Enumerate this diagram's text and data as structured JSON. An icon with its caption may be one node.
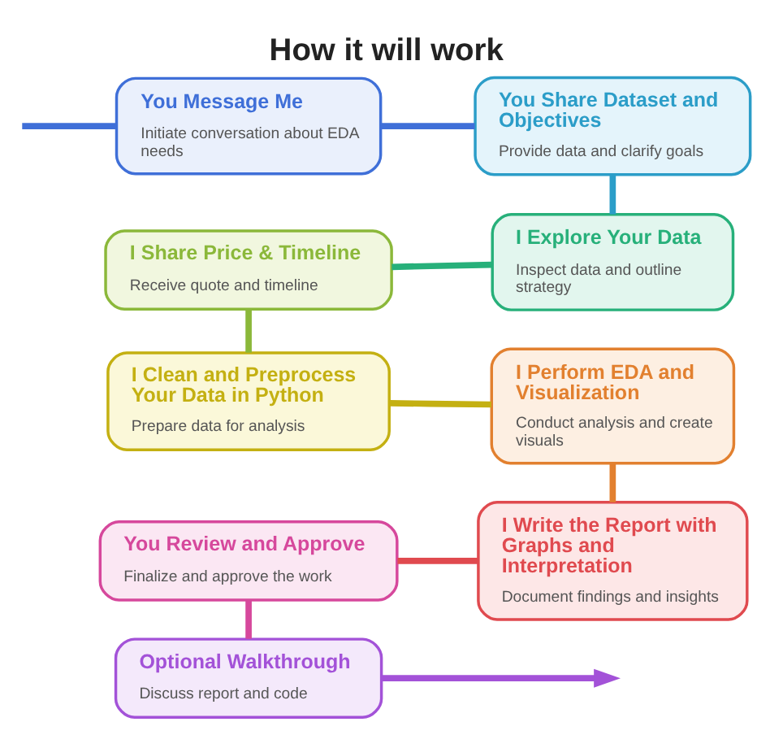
{
  "diagram": {
    "title": "How it will work",
    "nodes": [
      {
        "text": [
          "You Message Me",
          "Initiate conversation about EDA needs"
        ]
      },
      {
        "text": [
          "You Share Dataset and Objectives",
          "Provide data and clarify goals"
        ]
      },
      {
        "text": [
          "I Explore Your Data",
          "Inspect data and outline strategy"
        ]
      },
      {
        "text": [
          "I Share Price & Timeline",
          "Receive quote and timeline"
        ]
      },
      {
        "text": [
          "I Clean and Preprocess Your Data in Python",
          "Prepare data for analysis"
        ]
      },
      {
        "text": [
          "I Perform EDA and Visualization",
          "Conduct analysis and create visuals"
        ]
      },
      {
        "text": [
          "I Write the Report with Graphs and Interpretation",
          "Document findings and insights"
        ]
      },
      {
        "text": [
          "You Review and Approve",
          "Finalize and approve the work"
        ]
      },
      {
        "text": [
          "Optional Walkthrough",
          "Discuss report and code"
        ]
      }
    ],
    "edges": [
      {
        "from": null,
        "to": 0,
        "arrow": "none",
        "color": "#3f6fd8"
      },
      {
        "from": 0,
        "to": 1,
        "arrow": "none",
        "color": "#3f6fd8"
      },
      {
        "from": 1,
        "to": 2,
        "arrow": "none",
        "color": "#2b9dc8"
      },
      {
        "from": 2,
        "to": 3,
        "arrow": "none",
        "color": "#27b07a"
      },
      {
        "from": 3,
        "to": 4,
        "arrow": "none",
        "color": "#8bb83a"
      },
      {
        "from": 4,
        "to": 5,
        "arrow": "none",
        "color": "#c4b012"
      },
      {
        "from": 5,
        "to": 6,
        "arrow": "none",
        "color": "#e2802f"
      },
      {
        "from": 6,
        "to": 7,
        "arrow": "none",
        "color": "#e04a4f"
      },
      {
        "from": 7,
        "to": 8,
        "arrow": "none",
        "color": "#d6489c"
      },
      {
        "from": 8,
        "to": null,
        "arrow": "to",
        "color": "#a352d8"
      }
    ]
  }
}
